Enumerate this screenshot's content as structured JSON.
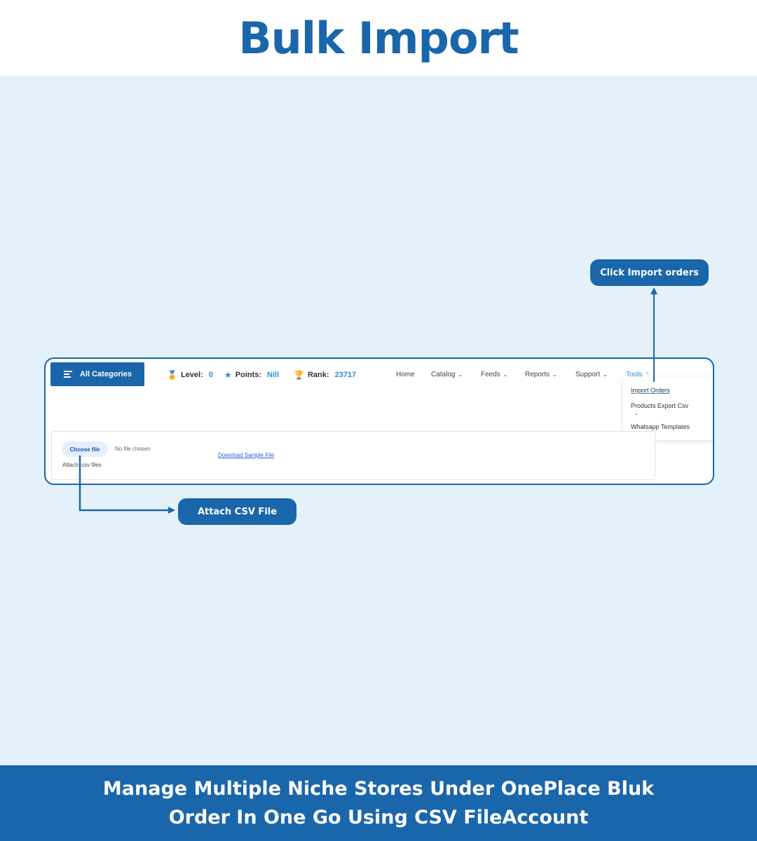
{
  "header": {
    "title": "Bulk Import"
  },
  "callouts": {
    "import_orders": "Click Import orders",
    "attach_csv": "Attach CSV File"
  },
  "topbar": {
    "all_categories": "All Categories",
    "level_label": "Level:",
    "level_value": "0",
    "points_label": "Points:",
    "points_value": "Nill",
    "rank_label": "Rank:",
    "rank_value": "23717"
  },
  "nav": {
    "home": "Home",
    "catalog": "Catalog",
    "feeds": "Feeds",
    "reports": "Reports",
    "support": "Support",
    "tools": "Tools"
  },
  "tools_menu": {
    "import_orders": "Import Orders",
    "products_export": "Products Export Csv",
    "whatsapp": "Whatsapp Templates"
  },
  "form": {
    "choose_file": "Choose file",
    "no_file": "No file chosen",
    "attach_hint": "Attach .csv files",
    "download_sample": "Download Sample File"
  },
  "footer": {
    "line1": "Manage Multiple Niche Stores Under OnePlace Bluk",
    "line2": "Order In One Go Using CSV FileAccount"
  },
  "colors": {
    "brand": "#1a66ab",
    "background": "#e4f1fa",
    "accent": "#2a8fd8"
  },
  "icons": {
    "menu": "hamburger-icon",
    "level": "medal-icon",
    "points": "star-icon",
    "rank": "trophy-icon",
    "dropdown": "chevron-down-icon"
  }
}
